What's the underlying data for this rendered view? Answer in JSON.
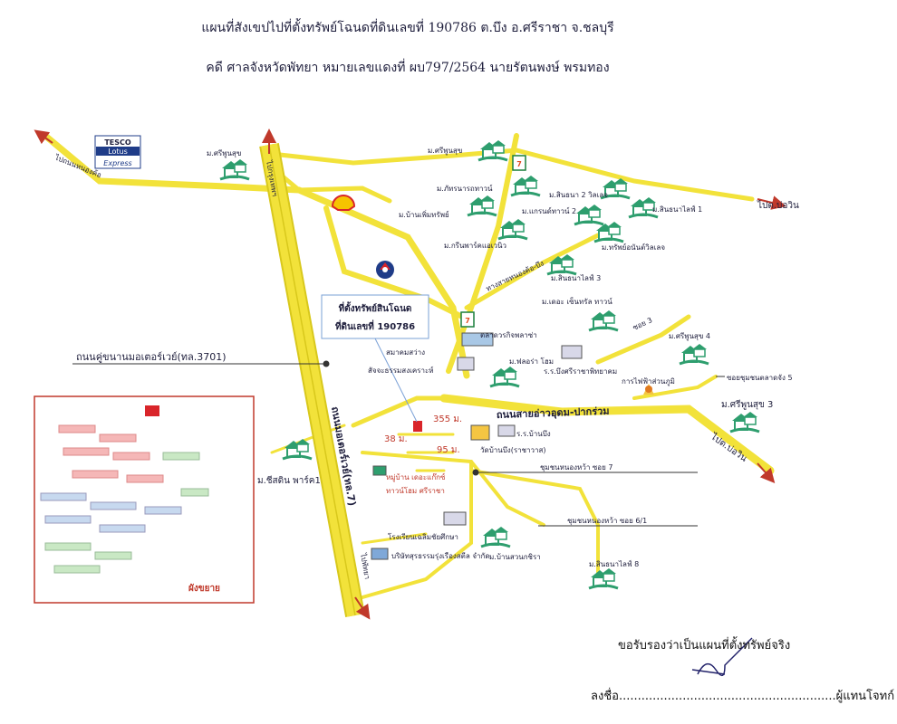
{
  "header": {
    "title_line1": "แผนที่สังเขปไปที่ตั้งทรัพย์โฉนดที่ดินเลขที่ 190786 ต.บึง อ.ศรีราชา จ.ชลบุรี",
    "title_line2": "คดี ศาลจังหวัดพัทยา หมายเลขแดงที่ ผบ797/2564 นายรัตนพงษ์ พรมทอง"
  },
  "map": {
    "callout": {
      "line1": "ที่ตั้งทรัพย์สินโฉนด",
      "line2": "ที่ดินเลขที่ 190786"
    },
    "store_logo": {
      "top": "TESCO",
      "mid": "Lotus",
      "bottom": "Express"
    },
    "roads": {
      "motorway_frontage": "ถนนคู่ขนานมอเตอร์เวย์(ทล.3701)",
      "motorway": "ถนนมอเตอร์เวย์(ทล.7)",
      "to_bangkok": "ไปกรุงเทพฯ",
      "to_pattaya": "ไปพัทยา",
      "to_nong_kho": "ไปถนนหนองค้อ",
      "to_bowin_1": "ไปต.บ่อวิน",
      "to_bowin_2": "ไปต.บ่อวิน",
      "sai_road": "ถนนสายอ่าวอุดม-ปากร่วม",
      "soi_3": "ซอย 3",
      "soi_5": "ซอยชุมชนตลาดจัง 5",
      "soi_7": "ชุมชนหนองหว้า ซอย 7",
      "soi_6_1": "ชุมชนหนองหว้า ซอย 6/1",
      "diag_road": "ทางสายหนองค้อ-บึง"
    },
    "places": {
      "sriphunsuk_nw": "ม.ศรีพูนสุข",
      "sriphunsuk_top": "ม.ศรีพูนสุข",
      "phattharanart": "ม.ภัทรนารถทาวน์",
      "banpermsap": "ม.บ้านเพิ่มทรัพย์",
      "green_park": "ม.กรีนพาร์คแอเวนิว",
      "sinthana2": "ม.สินธนา 2 วิลเลจ",
      "grand_town2": "ม.แกรนด์ทาวน์ 2",
      "sinthana_life1": "ม.สินธนาไลฟ์ 1",
      "sap_nin": "ม.ทรัพย์อนันต์วิลเลจ",
      "sinthana_life3": "ม.สินธนาไลฟ์ 3",
      "the_center": "ม.เดอะ เซ็นทรัล ทาวน์",
      "sriphunsuk4": "ม.ศรีพูนสุข 4",
      "sriphunsuk3": "ม.ศรีพูนสุข 3",
      "market": "ตลาดวรกิจพลาซ่า",
      "foundation": "สมาคมสว่าง",
      "dharma": "สัจจะธรรมสงเคราะห์",
      "flora_home": "ม.ฟลอร่า โฮม",
      "school_bueng": "ร.ร.บึงศรีราชาพิทยาคม",
      "rr_ban_bueng": "ร.ร.บ้านบึง",
      "wat": "วัดบ้านบึง(ราชาวาส)",
      "water_office": "การไฟฟ้าส่วนภูมิ",
      "target_village": "หมู่บ้าน เดอะแก๊กซ์",
      "target_village2": "ทาวน์โฮม ศรีราชา",
      "siri_park": "ม.ชีสดิน พาร์ค1",
      "school_chalerm": "โรงเรียนเฉลิมชัยศึกษา",
      "ban_suan": "ม.บ้านสวนกชิรา",
      "company": "บริษัทสุรธรรมรุ่งเรืองสตีล จำกัด",
      "sinthana_life8": "ม.สินธนาไลฟ์ 8",
      "map_inset_label": "ผังขยาย"
    },
    "distances": {
      "d355": "355 ม.",
      "d38": "38 ม.",
      "d95": "95 ม."
    }
  },
  "footer": {
    "certify": "ขอรับรองว่าเป็นแผนที่ตั้งทรัพย์จริง",
    "signature_line": "ลงชื่อ..........................................................ผู้แทนโจทก์"
  },
  "colors": {
    "road": "#f2e23a",
    "road_edge": "#d8c81c",
    "house": "#2e9e6e",
    "arrow": "#c0392b",
    "inset_border": "#c0392b"
  }
}
